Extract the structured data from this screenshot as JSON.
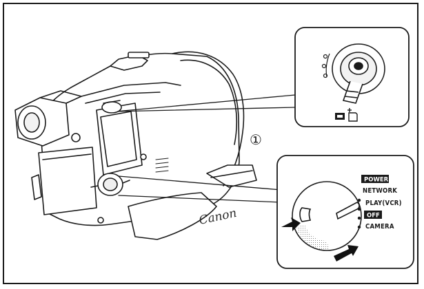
{
  "step_marker": "①",
  "brand_logo": "Canon",
  "top_inset": {
    "switch_labels": [
      "",
      "",
      ""
    ]
  },
  "power_dial": {
    "heading": "POWER",
    "modes": [
      "NETWORK",
      "PLAY(VCR)",
      "OFF",
      "CAMERA"
    ]
  }
}
